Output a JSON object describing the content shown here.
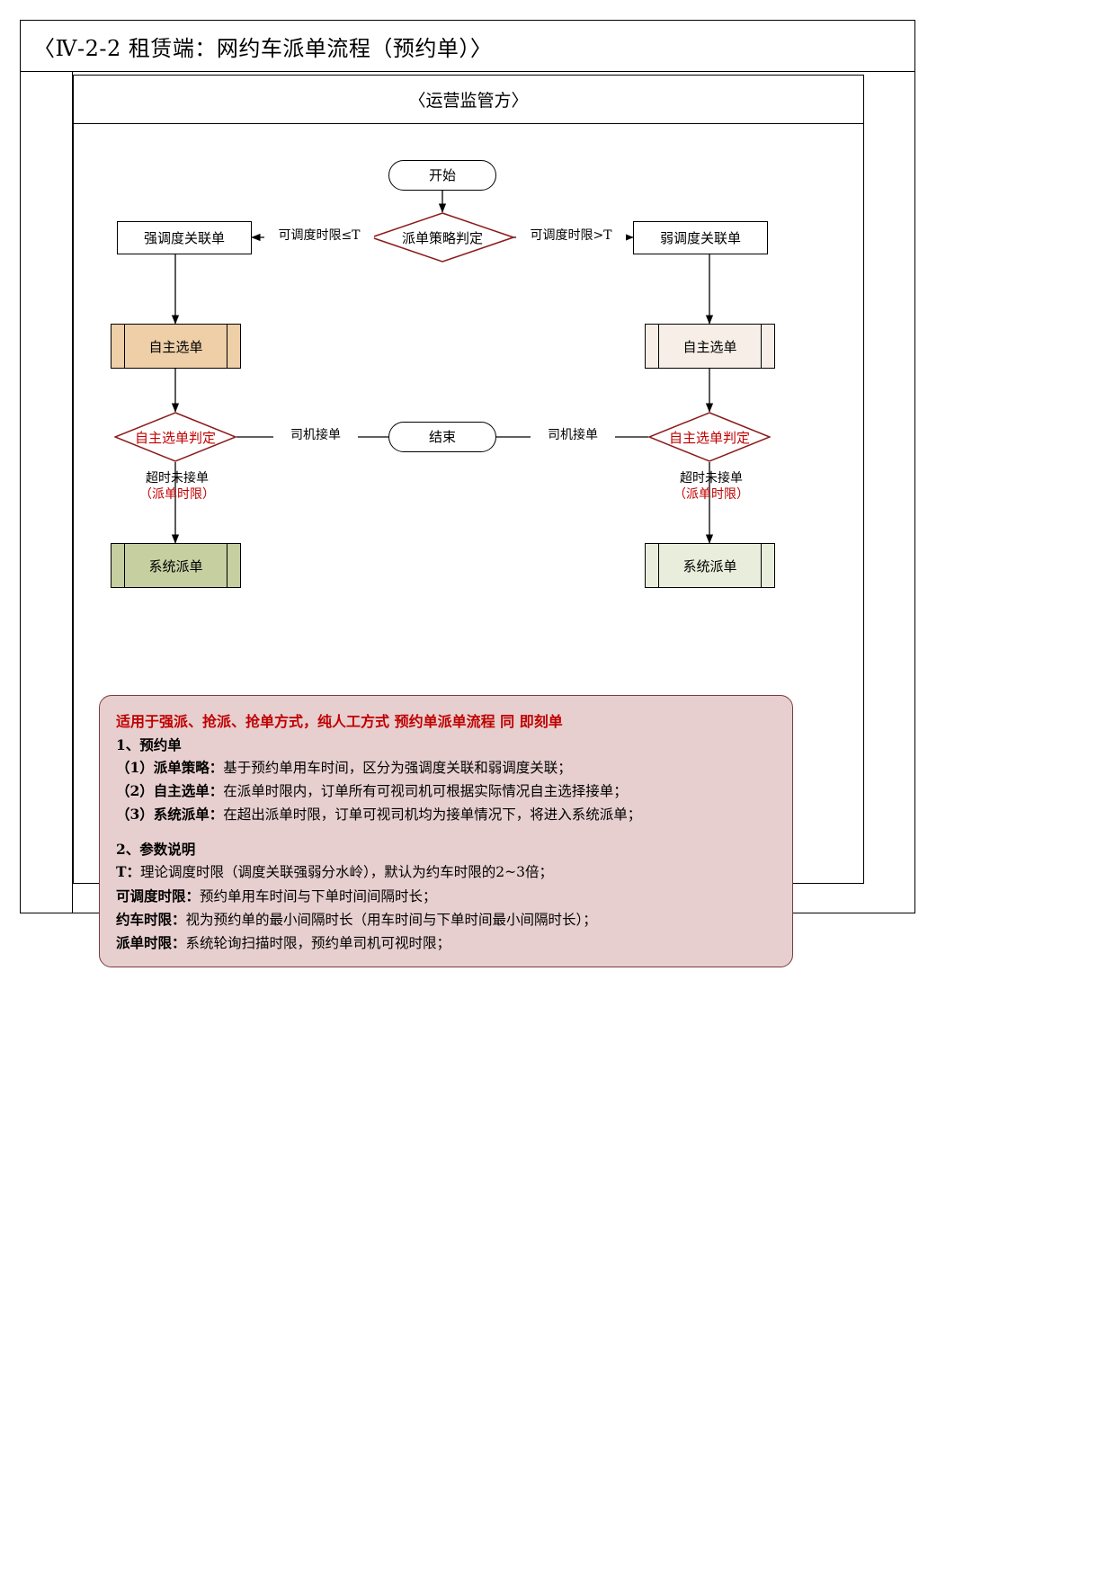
{
  "document": {
    "title": "〈Ⅳ-2-2 租赁端：网约车派单流程（预约单）〉"
  },
  "lane": {
    "header": "〈运营监管方〉"
  },
  "flow": {
    "start": "开始",
    "decision_strategy": "派单策略判定",
    "edge_left_strategy": "可调度时限≤T",
    "edge_right_strategy": "可调度时限>T",
    "strong_link": "强调度关联单",
    "weak_link": "弱调度关联单",
    "self_select_left": "自主选单",
    "self_select_right": "自主选单",
    "decision_self_left": "自主选单判定",
    "decision_self_right": "自主选单判定",
    "edge_accept_left": "司机接单",
    "edge_accept_right": "司机接单",
    "end": "结束",
    "timeout_line1_left": "超时未接单",
    "timeout_line2_left": "（派单时限）",
    "timeout_line1_right": "超时未接单",
    "timeout_line2_right": "（派单时限）",
    "system_dispatch_left": "系统派单",
    "system_dispatch_right": "系统派单"
  },
  "colors": {
    "diamond_stroke": "#8b1a1a",
    "diamond_text_red": "#c00000",
    "self_select_left_fill": "#eecfa8",
    "self_select_right_fill": "#f7efe7",
    "system_dispatch_left_fill": "#c6cfa0",
    "system_dispatch_right_fill": "#e9eedc",
    "note_fill": "#e7cfcf",
    "note_border": "#7d3b3b",
    "note_highlight": "#c00000"
  },
  "notes": {
    "highlight": "适用于强派、抢派、抢单方式，纯人工方式 预约单派单流程 同 即刻单",
    "section1_title": "1、预约单",
    "items": [
      {
        "label": "（1）派单策略：",
        "text": "基于预约单用车时间，区分为强调度关联和弱调度关联；"
      },
      {
        "label": "（2）自主选单：",
        "text": "在派单时限内，订单所有可视司机可根据实际情况自主选择接单；"
      },
      {
        "label": "（3）系统派单：",
        "text": "在超出派单时限，订单可视司机均为接单情况下，将进入系统派单；"
      }
    ],
    "section2_title": "2、参数说明",
    "params": [
      {
        "label": "T：",
        "text": "理论调度时限（调度关联强弱分水岭），默认为约车时限的2~3倍；"
      },
      {
        "label": "可调度时限：",
        "text": "预约单用车时间与下单时间间隔时长；"
      },
      {
        "label": "约车时限：",
        "text": "视为预约单的最小间隔时长（用车时间与下单时间最小间隔时长）；"
      },
      {
        "label": "派单时限：",
        "text": "系统轮询扫描时限，预约单司机可视时限；"
      }
    ]
  }
}
